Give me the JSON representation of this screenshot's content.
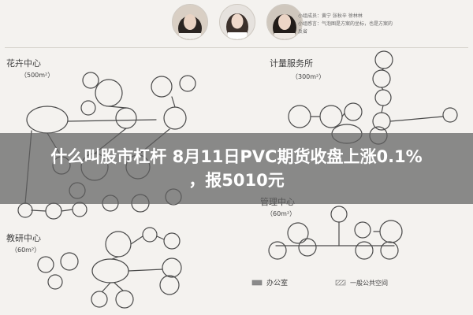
{
  "header": {
    "members_line": "小组成员：黄宁  张秋辛  徐林林",
    "topic_line1": "小组感言：气泡图是方案的坐标，也是方案的",
    "topic_line2": "反省"
  },
  "sketch": {
    "left_top_title": "花卉中心",
    "left_top_area": "（500m²）",
    "right_top_title": "计量服务所",
    "right_top_area": "（300m²）",
    "right_bottom_title": "管理中心",
    "right_bottom_area": "（60m²）",
    "left_bottom_title": "教研中心",
    "left_bottom_area": "（60m²）",
    "legend_office": "办公室",
    "legend_public": "一般公共空间"
  },
  "headline": {
    "line1": "什么叫股市杠杆 8月11日PVC期货收盘上涨0.1%",
    "line2": "，报5010元"
  }
}
